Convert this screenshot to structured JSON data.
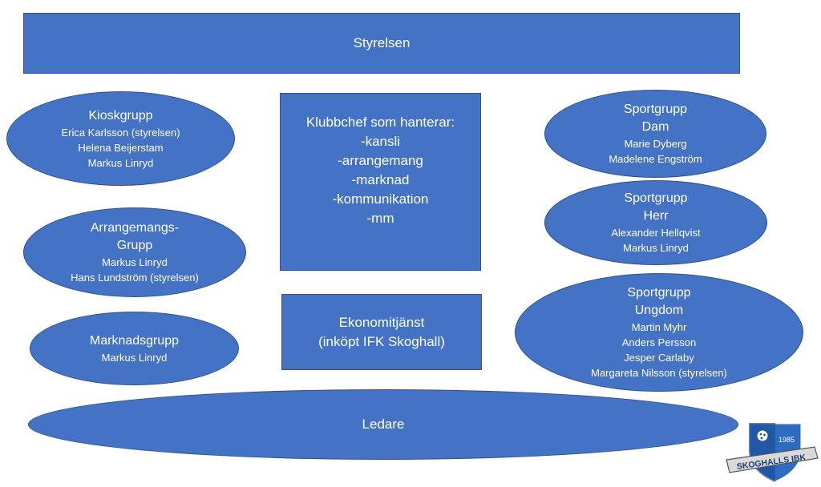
{
  "board": {
    "title": "Styrelsen"
  },
  "left_groups": [
    {
      "title": [
        "Kioskgrupp"
      ],
      "members": [
        "Erica Karlsson (styrelsen)",
        "Helena Beijerstam",
        "Markus Linryd"
      ]
    },
    {
      "title": [
        "Arrangemangs-",
        "Grupp"
      ],
      "members": [
        "Markus Linryd",
        "Hans Lundström (styrelsen)"
      ]
    },
    {
      "title": [
        "Marknadsgrupp"
      ],
      "members": [
        "Markus Linryd"
      ]
    }
  ],
  "club_chief": {
    "lines": [
      "Klubbchef som hanterar:",
      "-kansli",
      "-arrangemang",
      "-marknad",
      "-kommunikation",
      "-mm"
    ]
  },
  "finance": {
    "lines": [
      "Ekonomitjänst",
      "(inköpt IFK Skoghall)"
    ]
  },
  "right_groups": [
    {
      "title": [
        "Sportgrupp",
        "Dam"
      ],
      "members": [
        "Marie Dyberg",
        "Madelene Engström"
      ]
    },
    {
      "title": [
        "Sportgrupp",
        "Herr"
      ],
      "members": [
        "Alexander Hellqvist",
        "Markus Linryd"
      ]
    },
    {
      "title": [
        "Sportgrupp",
        "Ungdom"
      ],
      "members": [
        "Martin Myhr",
        "Anders Persson",
        "Jesper Carlaby",
        "Margareta Nilsson (styrelsen)"
      ]
    }
  ],
  "leaders": {
    "title": "Ledare"
  },
  "logo": {
    "year": "1985",
    "name": "SKOGHALLS IBK"
  },
  "colors": {
    "fill": "#4472c4",
    "border": "#2f528f",
    "text": "#ffffff"
  }
}
